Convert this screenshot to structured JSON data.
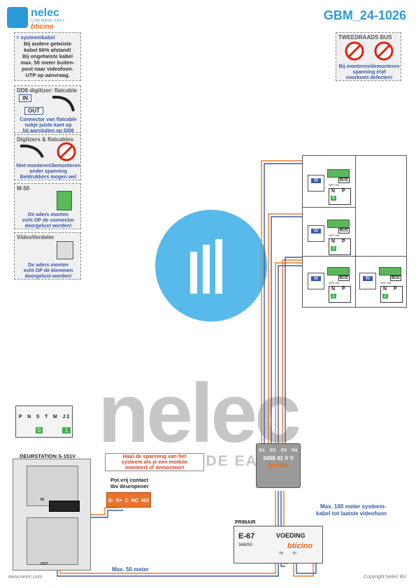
{
  "header": {
    "brand_name": "nelec",
    "brand_tagline": "COM MADE EASY",
    "brand_partner": "bticino",
    "doc_id": "GBM_24-1026"
  },
  "notes": {
    "cable": {
      "lines": [
        "= systeemkabel",
        "Bij andere getwiste",
        "kabel 66% afstand!",
        "Bij ongetwiste kabel",
        "max. 50 meter buiten-",
        "post naar videofoon.",
        "UTP op aanvraag."
      ]
    },
    "dd8": {
      "title": "DD8 digitizer: flatcable",
      "in": "IN",
      "out": "OUT",
      "lines": [
        "Connector van flatcable",
        "nokje juiste kant op",
        "bij aansluiten op DD8"
      ]
    },
    "digitizers": {
      "title": "Digitzers & flatcables",
      "lines": [
        "Niet monteren/demonteren",
        "onder spanning",
        "Beldrukkers mogen wel"
      ]
    },
    "m50": {
      "title": "M-50",
      "lines": [
        "De aders moeten",
        "echt OP de connector",
        "doorgelust worden!"
      ]
    },
    "verdeler": {
      "title": "VideoVerdeler",
      "lines": [
        "De aders moeten",
        "echt OP de klemmen",
        "doorgelust worden!"
      ]
    },
    "twowire": {
      "title": "TWEEDRAADS BUS",
      "lines": [
        "Bij monteren/demonteren",
        "spanning eraf",
        "voorkomt defecten!"
      ]
    }
  },
  "monitors": [
    {
      "label": "W",
      "bus": "BUS",
      "n": "N",
      "p": "P",
      "num": "4",
      "sw": "OFF ON"
    },
    {
      "label": "W",
      "bus": "BUS",
      "n": "N",
      "p": "P",
      "num": "3",
      "sw": "OFF ON"
    },
    {
      "label": "W",
      "bus": "BUS",
      "n": "N",
      "p": "P",
      "num": "1",
      "sw": "OFF ON"
    },
    {
      "label": "W",
      "bus": "BUS",
      "n": "N",
      "p": "P",
      "num": "2",
      "sw": "OFF ON"
    }
  ],
  "distributor": {
    "ports": [
      "P1",
      "P2",
      "P3",
      "P4"
    ],
    "model": "3468 41",
    "vv": "V V",
    "brand": "bticino"
  },
  "door_station": {
    "title": "DEURSTATION S-151V",
    "terminals": [
      "P",
      "N",
      "S",
      "T",
      "M"
    ],
    "jumper": "J 2",
    "jumper_note": "1",
    "num": "0",
    "module_in": "IN",
    "module_out": "OUT"
  },
  "notes_center": {
    "power": [
      "Haal de spanning van het",
      "systeem als je een module",
      "monteert of demonteert"
    ],
    "contact_title": [
      "Pot.vrij contact",
      "tbv deuropener"
    ],
    "contact_terms": [
      "S-",
      "S+",
      "C",
      "NC",
      "NO"
    ],
    "max50": "Max. 50 meter",
    "max100": [
      "Max. 100 meter systeem-",
      "kabel tot laatste videofoon"
    ]
  },
  "psu": {
    "primair": "PRIMAIR",
    "model": "E-67",
    "voeding": "VOEDING",
    "code": "346050",
    "brand": "bticino",
    "tk": "TK",
    "pi": "PI"
  },
  "watermark": {
    "big": "nelec",
    "small": "COM MADE EASY"
  },
  "footer": {
    "left": "www.nelec.com",
    "right": "Copyright Nelec BV"
  }
}
